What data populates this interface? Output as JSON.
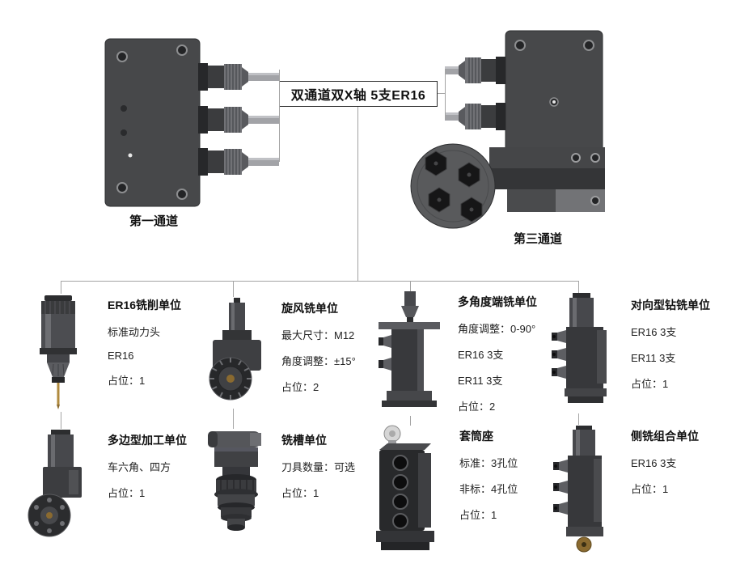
{
  "header": {
    "title": "双通道双X轴 5支ER16",
    "left_channel_label": "第一通道",
    "right_channel_label": "第三通道"
  },
  "colors": {
    "connector": "#a3a3a3",
    "box_border": "#2b2b2b",
    "text": "#111111",
    "metal_dark": "#37383b",
    "metal_mid": "#55565a",
    "gold_tool": "#b08a3e"
  },
  "units": [
    {
      "title": "ER16铣削单位",
      "specs": [
        "标准动力头",
        "ER16",
        "占位：1"
      ]
    },
    {
      "title": "旋风铣单位",
      "specs": [
        "最大尺寸：M12",
        "角度调整：±15°",
        "占位：2"
      ]
    },
    {
      "title": "多角度端铣单位",
      "specs": [
        "角度调整：0-90°",
        "ER16 3支",
        "ER11 3支",
        "占位：2"
      ]
    },
    {
      "title": "对向型钻铣单位",
      "specs": [
        "ER16 3支",
        "ER11 3支",
        "占位：1"
      ]
    },
    {
      "title": "多边型加工单位",
      "specs": [
        "车六角、四方",
        "占位：1"
      ]
    },
    {
      "title": "铣槽单位",
      "specs": [
        "刀具数量：可选",
        "占位：1"
      ]
    },
    {
      "title": "套筒座",
      "specs": [
        "标准：3孔位",
        "非标：4孔位",
        "占位：1"
      ]
    },
    {
      "title": "侧铣组合单位",
      "specs": [
        "ER16 3支",
        "占位：1"
      ]
    }
  ]
}
